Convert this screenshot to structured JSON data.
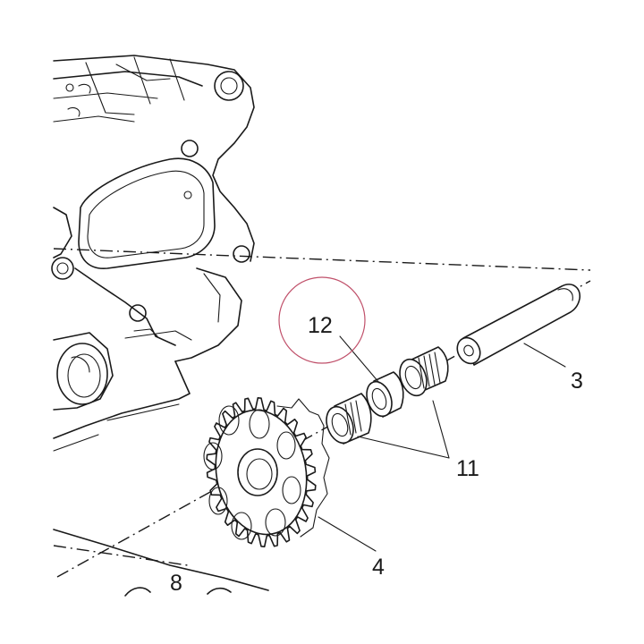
{
  "callouts": {
    "part_3": "3",
    "part_4": "4",
    "part_8": "8",
    "part_11": "11",
    "part_12": "12"
  },
  "highlight": {
    "color": "#c0506a"
  }
}
